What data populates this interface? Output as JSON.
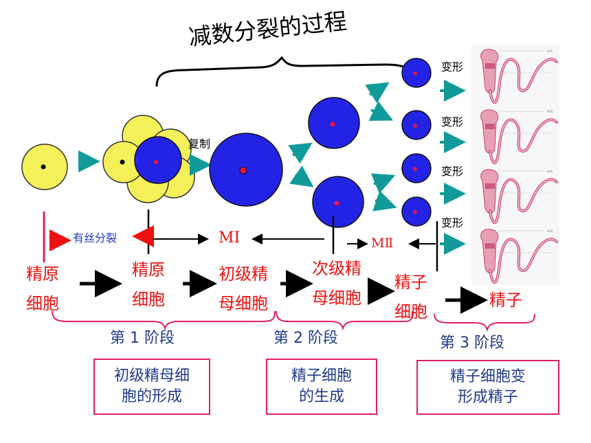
{
  "title": "减数分裂的过程",
  "process": {
    "replication": "复制",
    "mitosis": "有丝分裂",
    "meiosis_1": "MⅠ",
    "meiosis_2": "MⅡ",
    "transform": "变形"
  },
  "cells": {
    "spermatogonium": [
      "精原",
      "细胞"
    ],
    "spermatogonium_cell": [
      "精原",
      "细胞"
    ],
    "primary_spermatocyte": [
      "初级精",
      "母细胞"
    ],
    "secondary_spermatocyte": [
      "次级精",
      "母细胞"
    ],
    "spermatid": [
      "精子",
      "细胞"
    ],
    "sperm": "精子"
  },
  "stages": [
    {
      "label": "第 1 阶段",
      "desc": [
        "初级精母细",
        "胞的形成"
      ]
    },
    {
      "label": "第 2 阶段",
      "desc": [
        "精子细胞",
        "的生成"
      ]
    },
    {
      "label": "第 3 阶段",
      "desc": [
        "精子细胞变",
        "形成精子"
      ]
    }
  ],
  "colors": {
    "yellow_cell": "#f4f05a",
    "blue_cell": "#2323e6",
    "arrow_teal": "#129a9a",
    "label_red": "#ee1111",
    "stage_blue": "#1f3a8a",
    "box_border": "#e0205a",
    "sperm_pink": "#e8a0b4"
  }
}
